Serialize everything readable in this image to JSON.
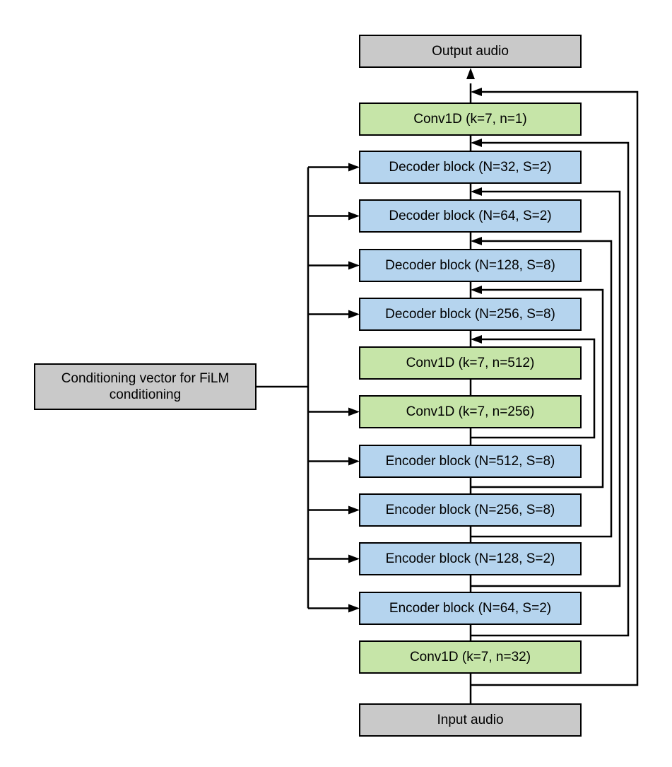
{
  "colors": {
    "conv": "#c6e5a8",
    "block": "#b5d4ee",
    "io": "#c9c9c9",
    "stroke": "#000000"
  },
  "nodes": [
    {
      "id": "output-audio",
      "kind": "io",
      "lines": [
        "Output audio"
      ]
    },
    {
      "id": "conv1d-out",
      "kind": "conv",
      "lines": [
        "Conv1D (k=7, n=1)"
      ]
    },
    {
      "id": "decoder-block-32",
      "kind": "block",
      "lines": [
        "Decoder block (N=32, S=2)"
      ]
    },
    {
      "id": "decoder-block-64",
      "kind": "block",
      "lines": [
        "Decoder block (N=64, S=2)"
      ]
    },
    {
      "id": "decoder-block-128",
      "kind": "block",
      "lines": [
        "Decoder block (N=128, S=8)"
      ]
    },
    {
      "id": "decoder-block-256",
      "kind": "block",
      "lines": [
        "Decoder block (N=256, S=8)"
      ]
    },
    {
      "id": "conv1d-512",
      "kind": "conv",
      "lines": [
        "Conv1D (k=7, n=512)"
      ]
    },
    {
      "id": "conv1d-256",
      "kind": "conv",
      "lines": [
        "Conv1D (k=7, n=256)"
      ]
    },
    {
      "id": "encoder-block-512",
      "kind": "block",
      "lines": [
        "Encoder block (N=512, S=8)"
      ]
    },
    {
      "id": "encoder-block-256",
      "kind": "block",
      "lines": [
        "Encoder block (N=256, S=8)"
      ]
    },
    {
      "id": "encoder-block-128",
      "kind": "block",
      "lines": [
        "Encoder block (N=128, S=2)"
      ]
    },
    {
      "id": "encoder-block-64",
      "kind": "block",
      "lines": [
        "Encoder block (N=64, S=2)"
      ]
    },
    {
      "id": "conv1d-in",
      "kind": "conv",
      "lines": [
        "Conv1D (k=7, n=32)"
      ]
    },
    {
      "id": "input-audio",
      "kind": "io",
      "lines": [
        "Input audio"
      ]
    },
    {
      "id": "conditioning-vector",
      "kind": "io",
      "lines": [
        "Conditioning vector for FiLM",
        "conditioning"
      ]
    }
  ]
}
